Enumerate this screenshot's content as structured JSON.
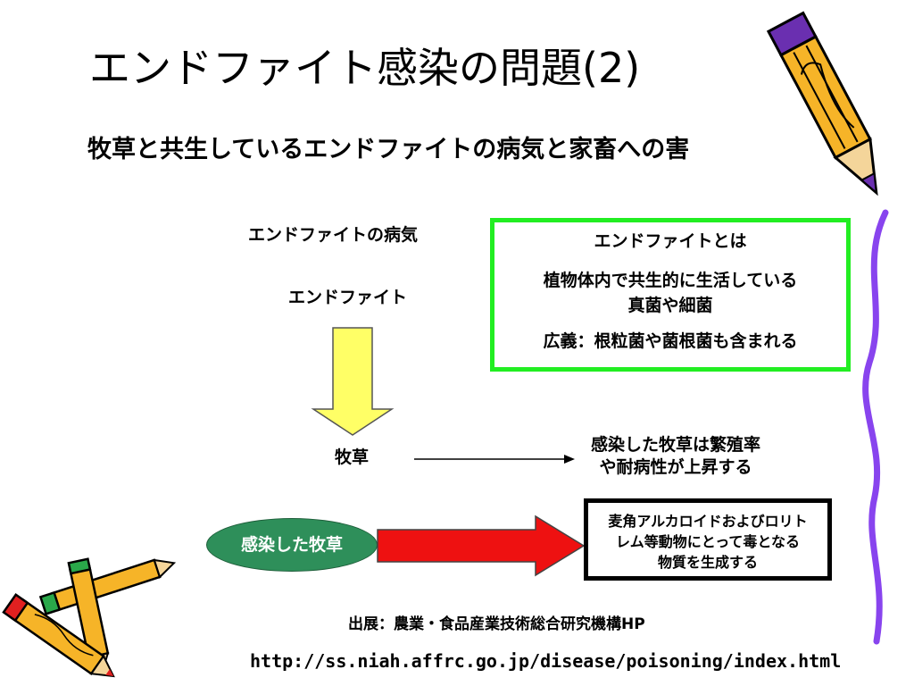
{
  "slide": {
    "title": "エンドファイト感染の問題(2)",
    "subtitle": "牧草と共生しているエンドファイトの病気と家畜への害"
  },
  "flow": {
    "disease_label": "エンドファイトの病気",
    "endophyte_label": "エンドファイト",
    "grass_label": "牧草",
    "infected_grass": "感染した牧草",
    "result_line1": "感染した牧草は繁殖率",
    "result_line2": "や耐病性が上昇する"
  },
  "definition_box": {
    "heading": "エンドファイトとは",
    "line1": "植物体内で共生的に生活している",
    "line2": "真菌や細菌",
    "line3": "広義：根粒菌や菌根菌も含まれる"
  },
  "toxin_box": {
    "line1": "麦角アルカロイドおよびロリト",
    "line2": "レム等動物にとって毒となる",
    "line3": "物質を生成する"
  },
  "footer": {
    "source": "出展：農業・食品産業技術総合研究機構HP",
    "url": "http://ss.niah.affrc.go.jp/disease/poisoning/index.html"
  },
  "colors": {
    "definition_border": "#22ee22",
    "ellipse_fill": "#2e8f5a",
    "yellow_arrow": "#ffff66",
    "red_arrow": "#ee1111",
    "border_wave": "#8844ee"
  },
  "decorations": {
    "top_right": "pencil-icon",
    "bottom_left": "crayons-icon",
    "right_edge": "wavy-border-icon"
  }
}
